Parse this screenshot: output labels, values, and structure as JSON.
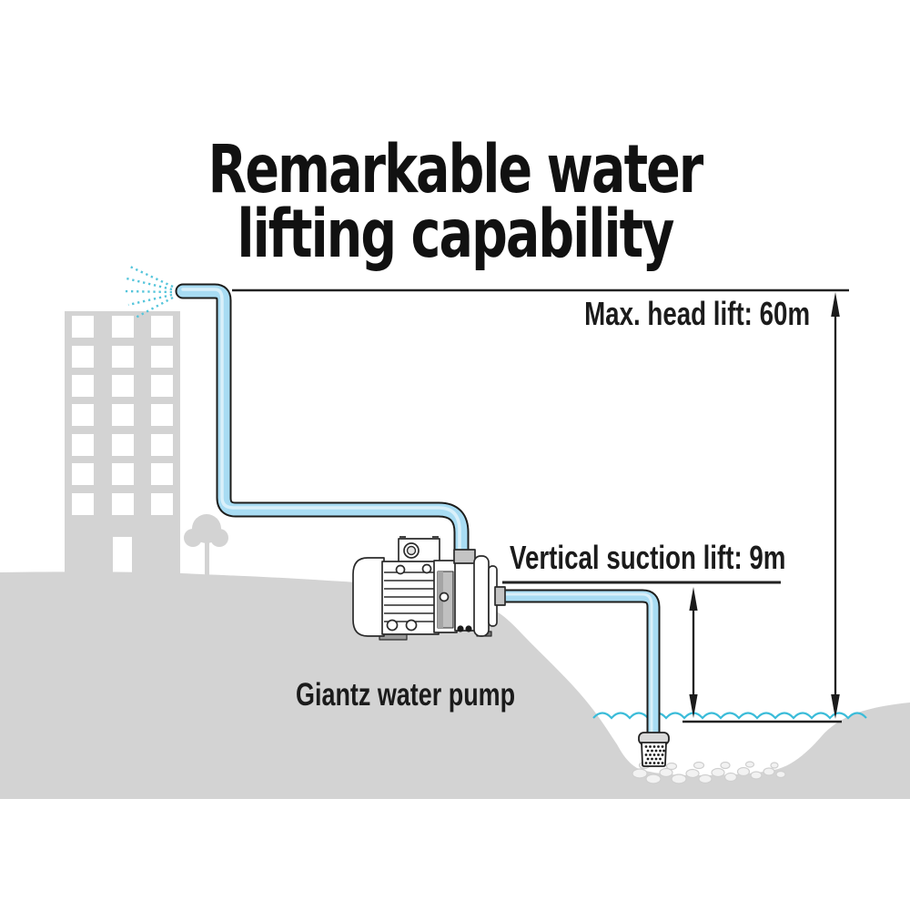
{
  "title": {
    "line1": "Remarkable water",
    "line2": "lifting capability"
  },
  "labels": {
    "head_lift": "Max. head lift: 60m",
    "suction_lift": "Vertical suction lift: 9m",
    "pump_caption": "Giantz water pump"
  },
  "measurements": {
    "max_head_lift_m": 60,
    "vertical_suction_lift_m": 9
  },
  "colors": {
    "silhouette": "#d3d3d3",
    "pipe_fill": "#a8dcf3",
    "pipe_highlight": "#d9f0fa",
    "pipe_outline": "#1d1d1b",
    "water_line": "#3bbcd9",
    "spray": "#55c5db",
    "text": "#1b1b1b"
  }
}
